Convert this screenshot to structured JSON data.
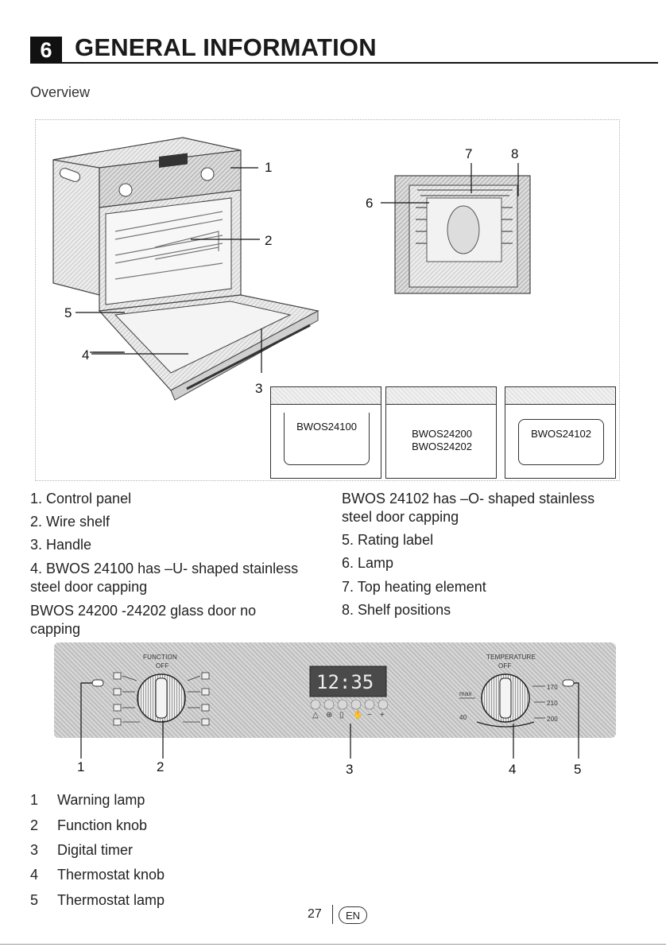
{
  "header": {
    "section_number": "6",
    "title": "GENERAL INFORMATION",
    "subtitle": "Overview"
  },
  "figure": {
    "callouts": [
      "1",
      "2",
      "3",
      "4",
      "5",
      "6",
      "7",
      "8"
    ],
    "models": [
      {
        "lines": [
          "BWOS24100"
        ]
      },
      {
        "lines": [
          "BWOS24200",
          "BWOS24202"
        ]
      },
      {
        "lines": [
          "BWOS24102"
        ]
      }
    ]
  },
  "parts_list": {
    "left": [
      "1. Control panel",
      "2. Wire shelf",
      "3. Handle",
      "4. BWOS 24100 has –U- shaped stainless steel door capping",
      "BWOS 24200 -24202 glass door no capping"
    ],
    "right": [
      "BWOS 24102 has –O- shaped stainless steel door capping",
      "5. Rating label",
      "6. Lamp",
      "7. Top heating element",
      "8. Shelf positions"
    ]
  },
  "control_panel": {
    "function_label": "FUNCTION",
    "function_off": "OFF",
    "temperature_label": "TEMPERATURE",
    "temperature_off": "OFF",
    "display_time": "12:35",
    "temp_marks": [
      "max",
      "40",
      "170",
      "210",
      "200"
    ],
    "timer_buttons": [
      "△",
      "⊛",
      "▯",
      "✋",
      "−",
      "+"
    ],
    "callouts": [
      "1",
      "2",
      "3",
      "4",
      "5"
    ]
  },
  "legend": [
    {
      "num": "1",
      "text": "Warning lamp"
    },
    {
      "num": "2",
      "text": "Function knob"
    },
    {
      "num": "3",
      "text": "Digital timer"
    },
    {
      "num": "4",
      "text": "Thermostat knob"
    },
    {
      "num": "5",
      "text": "Thermostat lamp"
    }
  ],
  "footer": {
    "page_number": "27",
    "language": "EN"
  }
}
